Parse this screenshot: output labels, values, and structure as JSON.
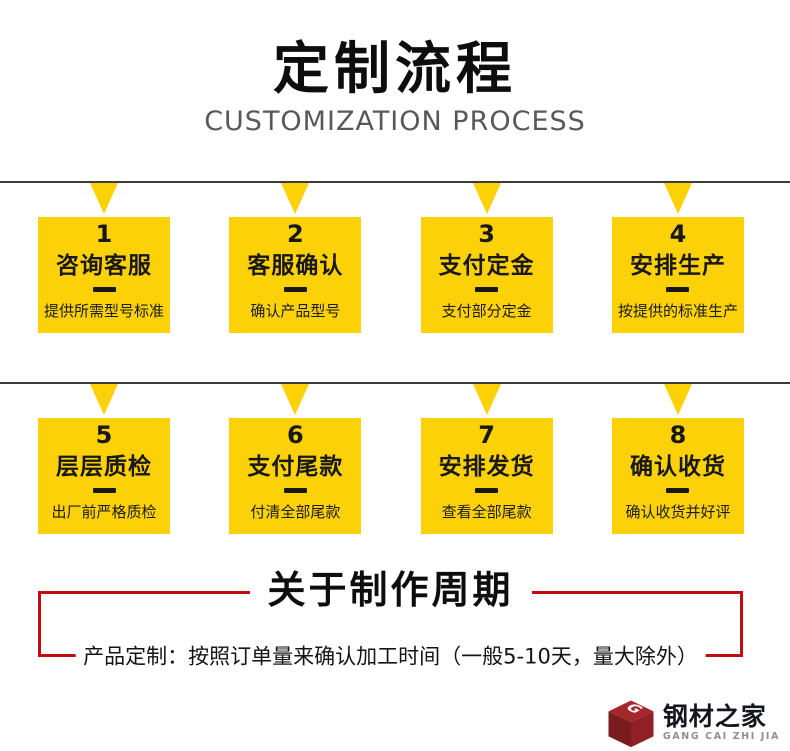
{
  "header": {
    "title": "定制流程",
    "subtitle": "CUSTOMIZATION PROCESS"
  },
  "steps": [
    {
      "num": "1",
      "title": "咨询客服",
      "desc": "提供所需型号标准"
    },
    {
      "num": "2",
      "title": "客服确认",
      "desc": "确认产品型号"
    },
    {
      "num": "3",
      "title": "支付定金",
      "desc": "支付部分定金"
    },
    {
      "num": "4",
      "title": "安排生产",
      "desc": "按提供的标准生产"
    },
    {
      "num": "5",
      "title": "层层质检",
      "desc": "出厂前严格质检"
    },
    {
      "num": "6",
      "title": "支付尾款",
      "desc": "付清全部尾款"
    },
    {
      "num": "7",
      "title": "安排发货",
      "desc": "查看全部尾款"
    },
    {
      "num": "8",
      "title": "确认收货",
      "desc": "确认收货并好评"
    }
  ],
  "period": {
    "title": "关于制作周期",
    "desc": "产品定制：按照订单量来确认加工时间（一般5-10天，量大除外）"
  },
  "logo": {
    "name": "钢材之家",
    "subtitle": "GANG CAI ZHI JIA",
    "cube_letter": "G"
  },
  "colors": {
    "accent_yellow": "#FDD108",
    "accent_red": "#C20A10",
    "divider_line": "#3C3C3C"
  }
}
